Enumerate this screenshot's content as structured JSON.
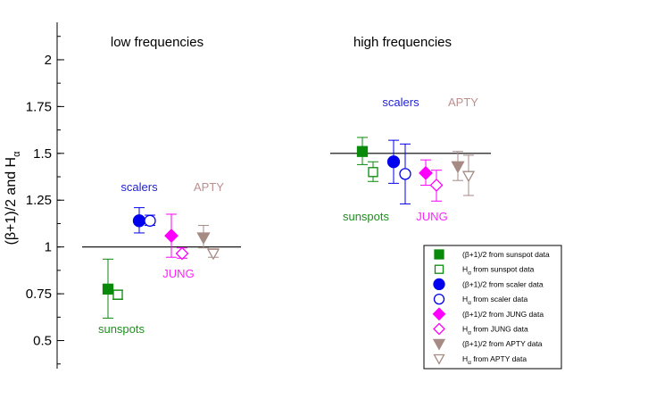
{
  "chart_data": {
    "type": "scatter",
    "ylabel_main": "(β+1)/2 and H",
    "ylabel_sub": "α",
    "ylim": [
      0.35,
      2.2
    ],
    "yticks": [
      {
        "v": 0.5,
        "label": "0.5"
      },
      {
        "v": 0.75,
        "label": "0.75"
      },
      {
        "v": 1.0,
        "label": "1"
      },
      {
        "v": 1.25,
        "label": "1.25"
      },
      {
        "v": 1.5,
        "label": "1.5"
      },
      {
        "v": 1.75,
        "label": "1.75"
      },
      {
        "v": 2.0,
        "label": "2"
      }
    ],
    "panels": [
      {
        "title": "low frequencies",
        "reference": 1.0
      },
      {
        "title": "high frequencies",
        "reference": 1.5
      }
    ],
    "group_labels": [
      {
        "text": "sunspots",
        "color": "#1f8f1f"
      },
      {
        "text": "scalers",
        "color": "#1f1fd6"
      },
      {
        "text": "JUNG",
        "color": "#ff22ff"
      },
      {
        "text": "APTY",
        "color": "#bc8f8f"
      },
      {
        "text": "scalers",
        "color": "#1f1fd6"
      },
      {
        "text": "APTY",
        "color": "#bc8f8f"
      },
      {
        "text": "sunspots",
        "color": "#1f8f1f"
      },
      {
        "text": "JUNG",
        "color": "#ff22ff"
      }
    ],
    "series": [
      {
        "name": "(β+1)/2 from sunspot data",
        "marker": "square",
        "filled": true,
        "color": "#0a8a0a",
        "points": [
          {
            "panel": "low",
            "y": 0.775,
            "lo": 0.62,
            "hi": 0.935
          },
          {
            "panel": "high",
            "y": 1.51,
            "lo": 1.44,
            "hi": 1.585
          }
        ]
      },
      {
        "name": "H from sunspot data",
        "name_sub": "α",
        "name_rest": " from sunspot data",
        "name_prefix": "H",
        "marker": "square",
        "filled": false,
        "color": "#0a8a0a",
        "points": [
          {
            "panel": "low",
            "y": 0.745,
            "lo": 0.72,
            "hi": 0.77
          },
          {
            "panel": "high",
            "y": 1.4,
            "lo": 1.35,
            "hi": 1.455
          }
        ]
      },
      {
        "name": "(β+1)/2 from scaler data",
        "marker": "circle",
        "filled": true,
        "color": "#0000ee",
        "points": [
          {
            "panel": "low",
            "y": 1.14,
            "lo": 1.075,
            "hi": 1.21
          },
          {
            "panel": "high",
            "y": 1.455,
            "lo": 1.34,
            "hi": 1.57
          }
        ]
      },
      {
        "name": "H from scaler data",
        "name_prefix": "H",
        "name_sub": "α",
        "name_rest": " from scaler data",
        "marker": "circle",
        "filled": false,
        "color": "#0000ee",
        "points": [
          {
            "panel": "low",
            "y": 1.14,
            "lo": 1.115,
            "hi": 1.17
          },
          {
            "panel": "high",
            "y": 1.39,
            "lo": 1.23,
            "hi": 1.55
          }
        ]
      },
      {
        "name": "(β+1)/2 from JUNG data",
        "marker": "diamond",
        "filled": true,
        "color": "#ff00ff",
        "points": [
          {
            "panel": "low",
            "y": 1.06,
            "lo": 0.945,
            "hi": 1.175
          },
          {
            "panel": "high",
            "y": 1.395,
            "lo": 1.33,
            "hi": 1.465
          }
        ]
      },
      {
        "name": "H from JUNG data",
        "name_prefix": "H",
        "name_sub": "α",
        "name_rest": " from JUNG data",
        "marker": "diamond",
        "filled": false,
        "color": "#ff00ff",
        "points": [
          {
            "panel": "low",
            "y": 0.965,
            "lo": 0.94,
            "hi": 0.995
          },
          {
            "panel": "high",
            "y": 1.33,
            "lo": 1.245,
            "hi": 1.41
          }
        ]
      },
      {
        "name": "(β+1)/2 from APTY data",
        "marker": "triangle-down",
        "filled": true,
        "color": "#a68a84",
        "points": [
          {
            "panel": "low",
            "y": 1.05,
            "lo": 0.995,
            "hi": 1.115
          },
          {
            "panel": "high",
            "y": 1.43,
            "lo": 1.355,
            "hi": 1.51
          }
        ]
      },
      {
        "name": "H from APTY data",
        "name_prefix": "H",
        "name_sub": "α",
        "name_rest": " from APTY data",
        "marker": "triangle-down",
        "filled": false,
        "color": "#a68a84",
        "points": [
          {
            "panel": "low",
            "y": 0.965,
            "lo": 0.945,
            "hi": 0.99
          },
          {
            "panel": "high",
            "y": 1.38,
            "lo": 1.275,
            "hi": 1.49
          }
        ]
      }
    ],
    "legend": {
      "placement": "bottom-right"
    }
  }
}
